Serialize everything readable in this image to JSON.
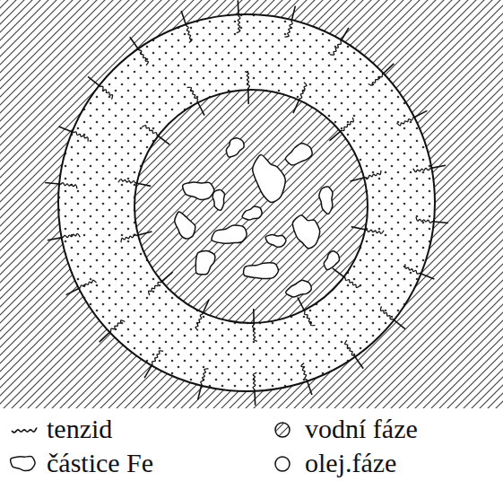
{
  "diagram": {
    "legend": [
      {
        "text": "tenzid"
      },
      {
        "text": "vodní fáze"
      },
      {
        "text": "částice Fe"
      },
      {
        "text": "olej.fáze"
      }
    ]
  }
}
